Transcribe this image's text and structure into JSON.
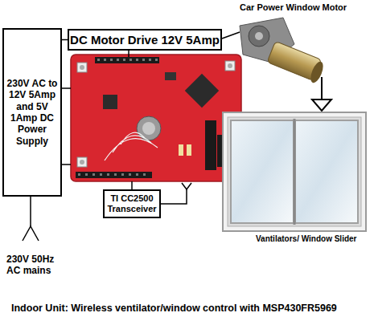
{
  "diagram": {
    "caption": "Indoor Unit: Wireless ventilator/window control with MSP430FR5969",
    "nodes": [
      {
        "text": [
          "230V AC to 12V 5Amp and 5V 1Amp DC Power Supply"
        ]
      },
      {
        "text": [
          "DC Motor Drive 12V 5Amp"
        ]
      },
      {
        "text": [
          "TI CC2500 Transceiver"
        ]
      }
    ],
    "edges": [
      {
        "from": 0,
        "to": 1,
        "arrow": "none"
      }
    ],
    "labels": [
      "Car Power Window Motor",
      "Vantilators/ Window Slider",
      "230V 50Hz AC mains"
    ]
  }
}
